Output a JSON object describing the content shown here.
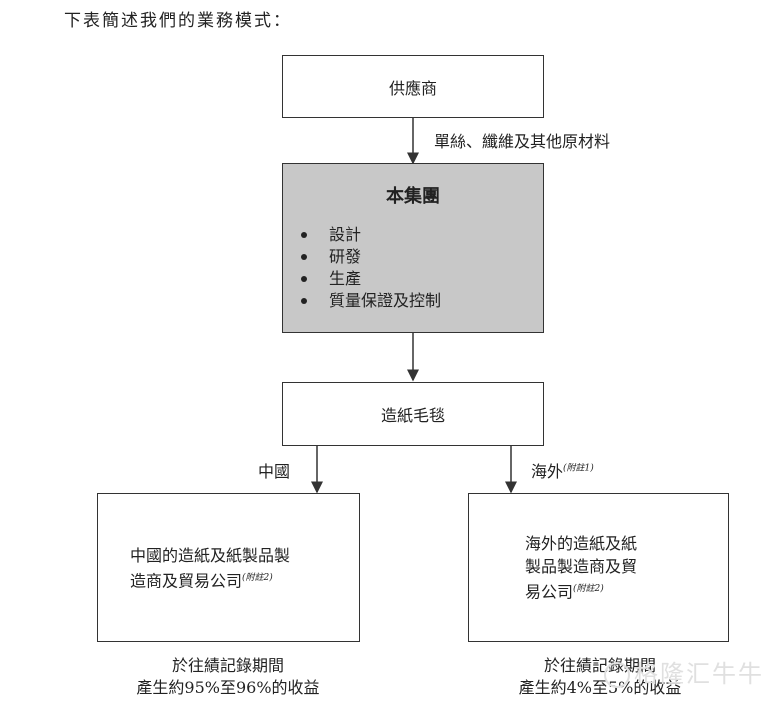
{
  "intro_text": "下表簡述我們的業務模式：",
  "nodes": {
    "supplier": "供應商",
    "group": {
      "title": "本集團",
      "items": [
        "設計",
        "研發",
        "生產",
        "質量保證及控制"
      ]
    },
    "felts": "造紙毛毯",
    "china_customers": {
      "line1": "中國的造紙及紙製品製",
      "line2": "造商及貿易公司",
      "note": "(附註2)"
    },
    "overseas_customers": {
      "line1": "海外的造紙及紙",
      "line2": "製品製造商及貿",
      "line3": "易公司",
      "note": "(附註2)"
    }
  },
  "edges": {
    "raw_materials": "單絲、纖維及其他原材料",
    "china": "中國",
    "overseas": "海外",
    "overseas_note": "(附註1)"
  },
  "captions": {
    "china": {
      "line1": "於往績記錄期間",
      "line2": "產生約95%至96%的收益"
    },
    "overseas": {
      "line1": "於往績記錄期間",
      "line2": "產生約4%至5%的收益"
    }
  },
  "watermark": "格隆汇牛牛"
}
